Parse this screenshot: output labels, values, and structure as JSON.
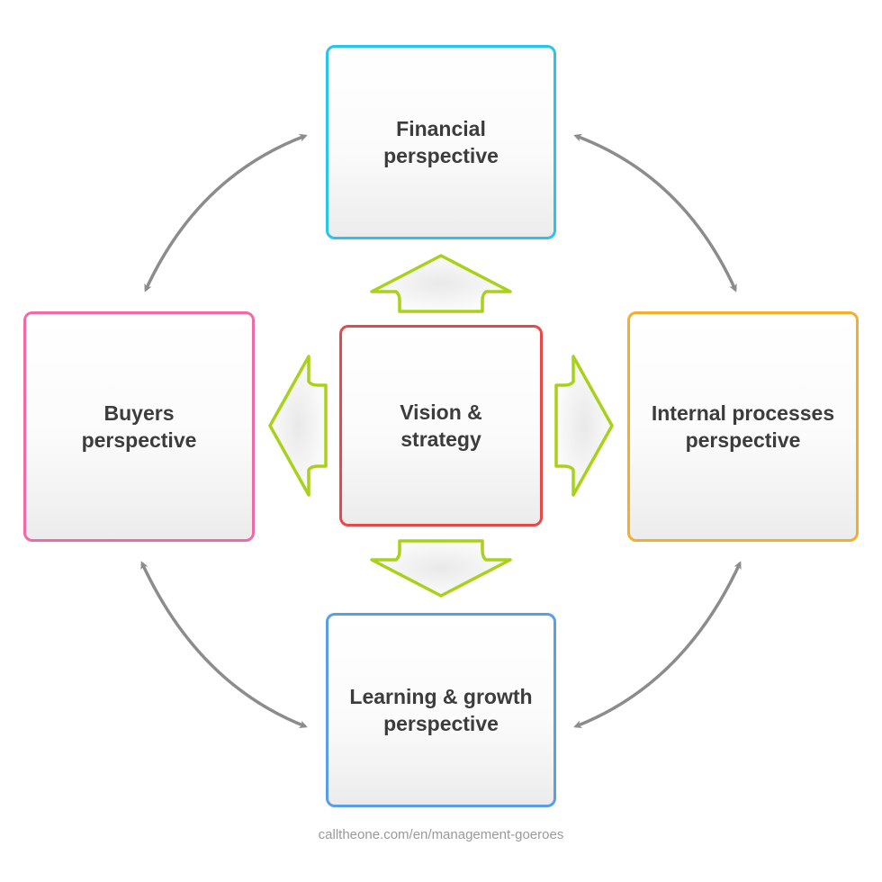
{
  "boxes": {
    "financial": {
      "label": "Financial\nperspective",
      "color": "#29c4ea"
    },
    "buyers": {
      "label": "Buyers\nperspective",
      "color": "#ef6aa6"
    },
    "vision": {
      "label": "Vision &\nstrategy",
      "color": "#e84848"
    },
    "internal": {
      "label": "Internal processes\nperspective",
      "color": "#f4ae2e"
    },
    "learning": {
      "label": "Learning & growth\nperspective",
      "color": "#5a9ee8"
    }
  },
  "connector_color": "#8c8c8c",
  "center_arrow_color": "#a8d21a",
  "footer": {
    "text": "calltheone.com/en/management-goeroes"
  }
}
